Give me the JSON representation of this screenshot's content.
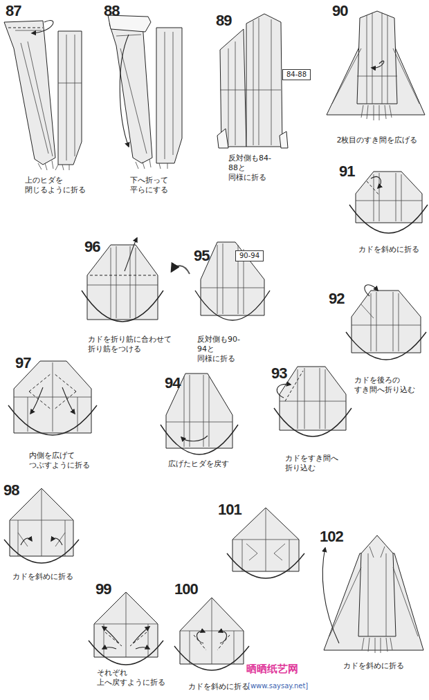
{
  "diagram": {
    "nodes": [
      {
        "text": [
          "84-88"
        ]
      },
      {
        "text": [
          "90-94"
        ]
      }
    ],
    "labels": [
      "87",
      "上のヒダを 閉じるように折る",
      "88",
      "下へ折って 平らにする",
      "89",
      "反対側も84-88と 同様に折る",
      "90",
      "2枚目のすき間を広げる",
      "91",
      "カドを斜めに折る",
      "92",
      "カドを後ろの すき間へ折り込む",
      "93",
      "カドをすき間へ 折り込む",
      "94",
      "広げたヒダを戻す",
      "95",
      "反対側も90-94と 同様に折る",
      "96",
      "カドを折り筋に合わせて 折り筋をつける",
      "97",
      "内側を広げて つぶすように折る",
      "98",
      "カドを斜めに折る",
      "99",
      "それぞれ 上へ戻すように折る",
      "100",
      "カドを斜めに折る",
      "101",
      "102",
      "カドを斜めに折る",
      "晒晒纸艺网",
      "[www.saysay.net]"
    ]
  }
}
